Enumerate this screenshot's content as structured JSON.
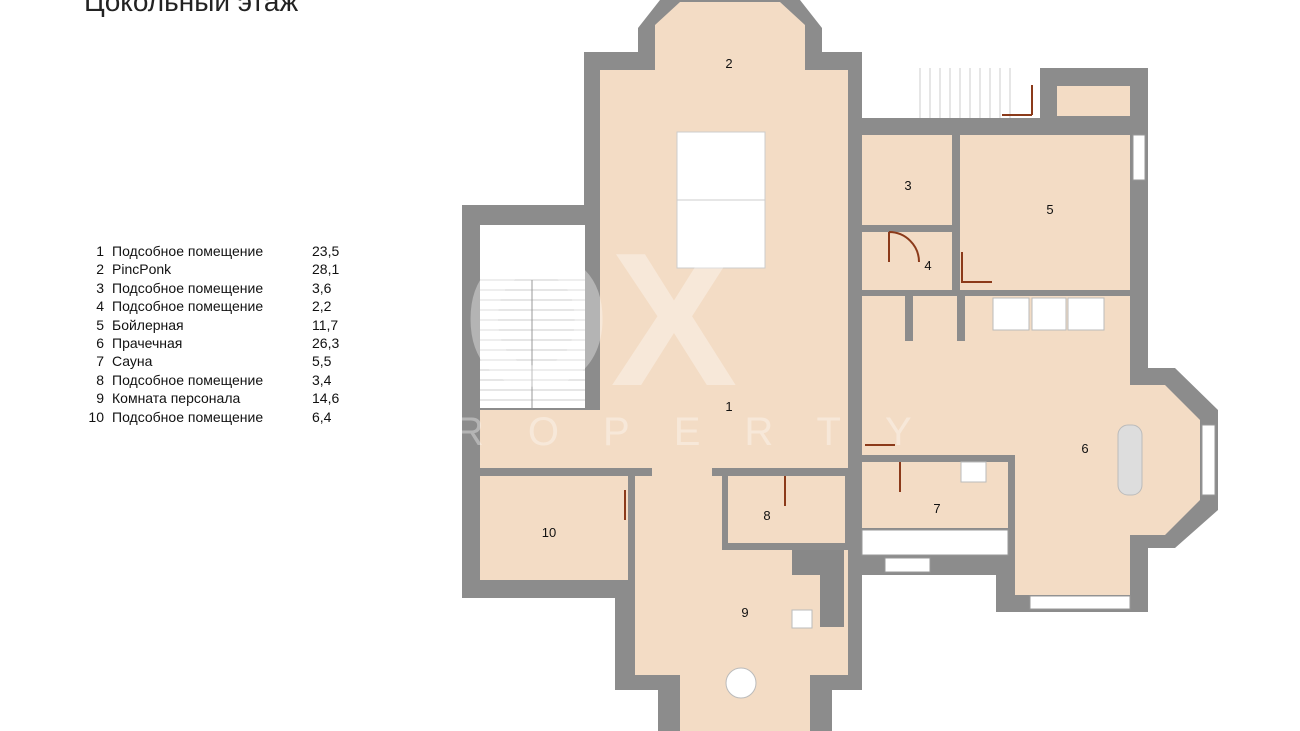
{
  "title": "Цокольный этаж",
  "legend": [
    {
      "num": "1",
      "name": "Подсобное помещение",
      "area": "23,5"
    },
    {
      "num": "2",
      "name": "PincPonk",
      "area": "28,1"
    },
    {
      "num": "3",
      "name": "Подсобное помещение",
      "area": "3,6"
    },
    {
      "num": "4",
      "name": "Подсобное помещение",
      "area": "2,2"
    },
    {
      "num": "5",
      "name": "Бойлерная",
      "area": "11,7"
    },
    {
      "num": "6",
      "name": "Прачечная",
      "area": "26,3"
    },
    {
      "num": "7",
      "name": "Сауна",
      "area": "5,5"
    },
    {
      "num": "8",
      "name": "Подсобное помещение",
      "area": "3,4"
    },
    {
      "num": "9",
      "name": "Комната персонала",
      "area": "14,6"
    },
    {
      "num": "10",
      "name": "Подсобное помещение",
      "area": "6,4"
    }
  ],
  "watermark": {
    "logo": "OX",
    "text": "PROPERTY"
  },
  "colors": {
    "floor": "#f3dcc5",
    "wall": "#8c8c8c",
    "door": "#8b3a1a"
  }
}
